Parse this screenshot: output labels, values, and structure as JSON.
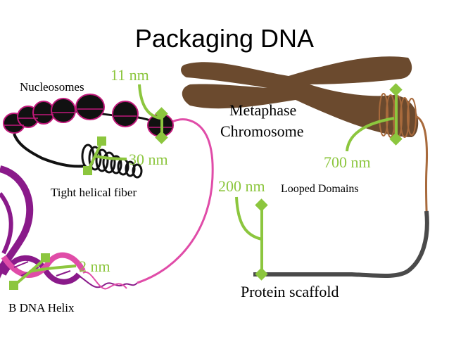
{
  "title": "Packaging DNA",
  "labels": {
    "nucleosomes": "Nucleosomes",
    "size_11nm": "11 nm",
    "size_30nm": "30 nm",
    "tight_helical_fiber": "Tight helical fiber",
    "size_2nm": "2 nm",
    "b_dna_helix": "B DNA Helix",
    "metaphase": "Metaphase",
    "chromosome": "Chromosome",
    "size_700nm": "700 nm",
    "size_200nm": "200 nm",
    "looped_domains": "Looped Domains",
    "protein_scaffold": "Protein scaffold"
  },
  "colors": {
    "measure_green": "#8cc63e",
    "dna_purple": "#8a1a8a",
    "dna_pink": "#e04ca8",
    "chromosome_brown": "#6b4a2e",
    "scaffold_gray": "#4a4a4a",
    "nucleosome_black": "#111111",
    "nucleosome_rim": "#c0187a"
  }
}
